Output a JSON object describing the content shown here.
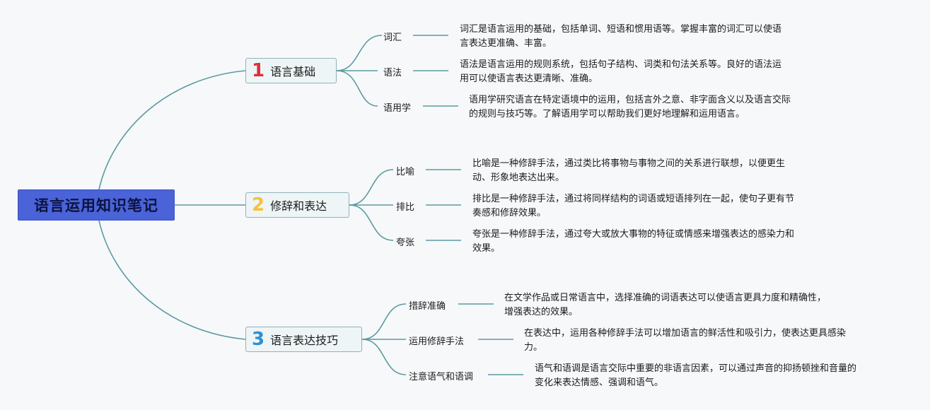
{
  "root": {
    "title": "语言运用知识笔记"
  },
  "colors": {
    "line": "#5b9aa0",
    "root_bg": "#4a63d8",
    "num1": "#e0303a",
    "num2": "#f5c23a",
    "num3": "#2d8fd5"
  },
  "branches": [
    {
      "num": "1",
      "label": "语言基础",
      "leaves": [
        {
          "label": "词汇",
          "desc": [
            "词汇是语言运用的基础，包括单词、短语和惯用语等。掌握丰富的词汇可以使语",
            "言表达更准确、丰富。"
          ]
        },
        {
          "label": "语法",
          "desc": [
            "语法是语言运用的规则系统，包括句子结构、词类和句法关系等。良好的语法运",
            "用可以使语言表达更清晰、准确。"
          ]
        },
        {
          "label": "语用学",
          "desc": [
            "语用学研究语言在特定语境中的运用，包括言外之意、非字面含义以及语言交际",
            "的规则与技巧等。了解语用学可以帮助我们更好地理解和运用语言。"
          ]
        }
      ]
    },
    {
      "num": "2",
      "label": "修辞和表达",
      "leaves": [
        {
          "label": "比喻",
          "desc": [
            "比喻是一种修辞手法，通过类比将事物与事物之间的关系进行联想，以便更生",
            "动、形象地表达出来。"
          ]
        },
        {
          "label": "排比",
          "desc": [
            "排比是一种修辞手法，通过将同样结构的词语或短语排列在一起，使句子更有节",
            "奏感和修辞效果。"
          ]
        },
        {
          "label": "夸张",
          "desc": [
            "夸张是一种修辞手法，通过夸大或放大事物的特征或情感来增强表达的感染力和",
            "效果。"
          ]
        }
      ]
    },
    {
      "num": "3",
      "label": "语言表达技巧",
      "leaves": [
        {
          "label": "措辞准确",
          "desc": [
            "在文学作品或日常语言中，选择准确的词语表达可以使语言更具力度和精确性，",
            "增强表达的效果。"
          ]
        },
        {
          "label": "运用修辞手法",
          "desc": [
            "在表达中，运用各种修辞手法可以增加语言的鲜活性和吸引力，使表达更具感染",
            "力。"
          ]
        },
        {
          "label": "注意语气和语调",
          "desc": [
            "语气和语调是语言交际中重要的非语言因素，可以通过声音的抑扬顿挫和音量的",
            "变化来表达情感、强调和语气。"
          ]
        }
      ]
    }
  ]
}
